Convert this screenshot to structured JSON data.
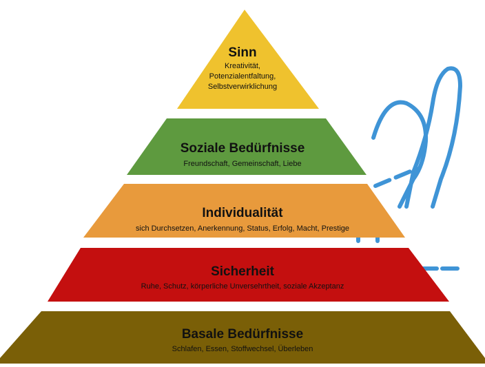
{
  "pyramid": {
    "levels": [
      {
        "title": "Sinn",
        "subtitle_lines": [
          "Kreativität,",
          "Potenzialentfaltung,",
          "Selbstverwirklichung"
        ],
        "color": "#efc22e"
      },
      {
        "title": "Soziale Bedürfnisse",
        "subtitle_lines": [
          "Freundschaft, Gemeinschaft, Liebe"
        ],
        "color": "#5e9a3f"
      },
      {
        "title": "Individualität",
        "subtitle_lines": [
          "sich Durchsetzen, Anerkennung, Status, Erfolg, Macht, Prestige"
        ],
        "color": "#e89a3c"
      },
      {
        "title": "Sicherheit",
        "subtitle_lines": [
          "Ruhe, Schutz, körperliche Unversehrtheit, soziale Akzeptanz"
        ],
        "color": "#c40f0f"
      },
      {
        "title": "Basale Bedürfnisse",
        "subtitle_lines": [
          "Schlafen, Essen, Stoffwechsel, Überleben"
        ],
        "color": "#7a5f07"
      }
    ]
  },
  "figure": {
    "color": "#3f94d6",
    "icon": "raised-arm-person-icon"
  }
}
